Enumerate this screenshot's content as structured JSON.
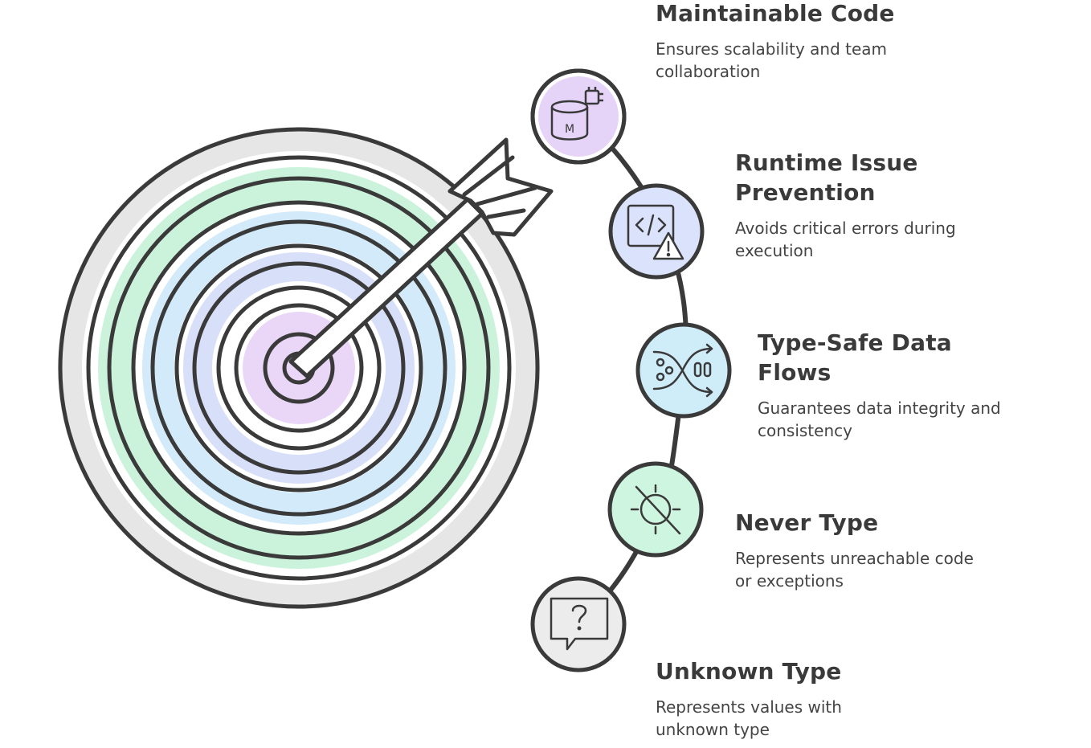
{
  "items": [
    {
      "title": "Maintainable Code",
      "description": "Ensures scalability and team collaboration",
      "icon": "database-chip-icon",
      "color": "#e5d2f8"
    },
    {
      "title": "Runtime Issue Prevention",
      "description": "Avoids critical errors during execution",
      "icon": "code-warning-icon",
      "color": "#d5e0fb"
    },
    {
      "title": "Type-Safe Data Flows",
      "description": "Guarantees data integrity and consistency",
      "icon": "data-flow-icon",
      "color": "#cdeef8"
    },
    {
      "title": "Never Type",
      "description": "Represents unreachable code or exceptions",
      "icon": "blocked-sun-icon",
      "color": "#cdf5df"
    },
    {
      "title": "Unknown Type",
      "description": "Represents values with unknown type",
      "icon": "question-bubble-icon",
      "color": "#e8e8e8"
    }
  ],
  "colors": {
    "stroke": "#3a3a3a",
    "ring_gray": "#e4e4e4",
    "ring_green": "#c9f4da",
    "ring_blue": "#cfe9f8",
    "ring_periwinkle": "#d6dcf8",
    "ring_purple": "#e6d2f5"
  }
}
